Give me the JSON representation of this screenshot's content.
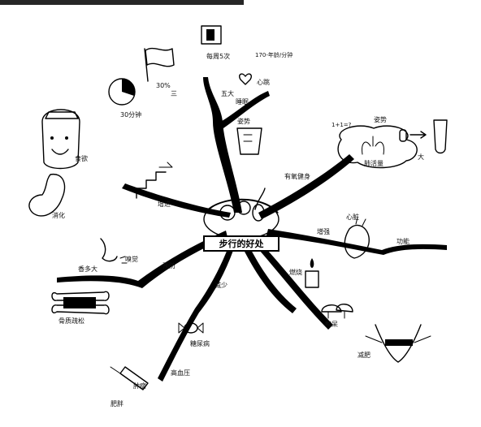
{
  "center": {
    "title": "步行的好处"
  },
  "branches": {
    "five_big": "五大",
    "sleep": "睡眠",
    "percent": "30%",
    "three": "三",
    "thirty_min": "30分钟",
    "daily_five": "每周5次",
    "pulse": "170-年龄/分钟",
    "heart_small": "心跳",
    "posture": "姿势",
    "fitness": "有氧健身",
    "ratio": "1+1=?",
    "breath": "姿势",
    "lung_capacity": "肺活量",
    "big": "大",
    "stable": "增强",
    "heart": "心脏",
    "function": "功能",
    "stairs": "增进",
    "digest": "消化",
    "appetite": "食欲",
    "prevent": "预防",
    "smell": "嗅觉",
    "nose_word": "香多大",
    "osteoporosis": "骨质疏松",
    "reduce": "减少",
    "diabetes": "糖尿病",
    "hyper": "高血压",
    "fat": "燃烧",
    "dementia": "痴呆",
    "obese": "肥胖",
    "tumor": "肿瘤",
    "lose": "减肥"
  }
}
